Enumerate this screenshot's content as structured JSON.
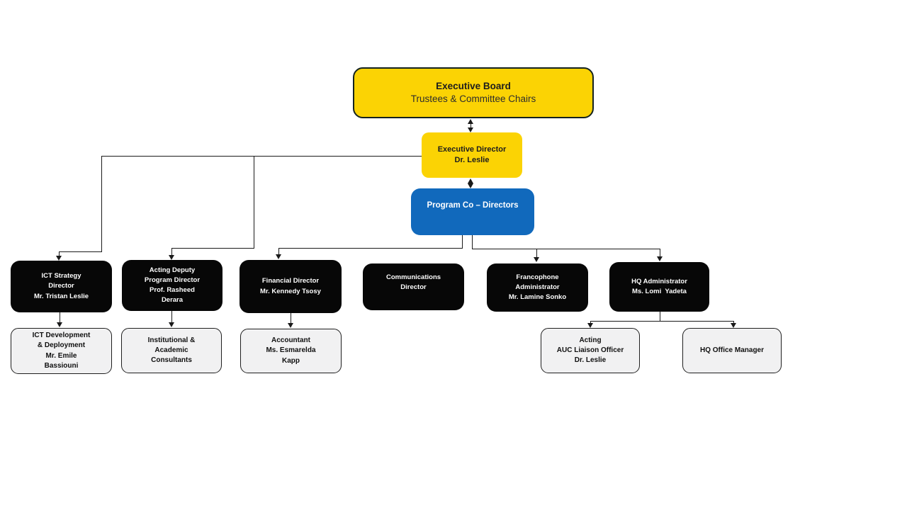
{
  "title": "Organizational chart",
  "colors": {
    "board_fill": "#FBD304",
    "board_border": "#15231f",
    "program_fill": "#1169BC",
    "manager_fill": "#070707",
    "staff_fill": "#F1F1F2",
    "staff_border": "#1f1f1f",
    "dark_text": "#1d1d1d",
    "line": "#1a1a1a"
  },
  "nodes": {
    "executive_board": {
      "title": "Executive Board",
      "subtitle": "Trustees & Committee Chairs"
    },
    "executive_director": {
      "lines": [
        "Executive Director",
        "Dr. Leslie"
      ]
    },
    "program_co_directors": {
      "lines": [
        "Program Co – Directors"
      ]
    },
    "ict_strategy_director": {
      "lines": [
        "ICT Strategy",
        "Director",
        "Mr. Tristan Leslie"
      ]
    },
    "acting_deputy_program_director": {
      "lines": [
        "Acting Deputy",
        "Program Director",
        "Prof. Rasheed",
        "Derara"
      ]
    },
    "financial_director": {
      "lines": [
        "Financial Director",
        "Mr. Kennedy Tsosy"
      ]
    },
    "communications_director": {
      "lines": [
        "Communications",
        "Director"
      ]
    },
    "francophone_administrator": {
      "lines": [
        "Francophone",
        "Administrator",
        "Mr. Lamine Sonko"
      ]
    },
    "hq_administrator": {
      "lines": [
        "HQ Administrator",
        "Ms. Lomi  Yadeta"
      ]
    },
    "ict_development_deployment": {
      "lines": [
        "ICT Development",
        "& Deployment",
        "Mr. Emile",
        "Bassiouni"
      ]
    },
    "institutional_academic_consultants": {
      "lines": [
        "Institutional &",
        "Academic",
        "Consultants"
      ]
    },
    "accountant": {
      "lines": [
        "Accountant",
        "Ms. Esmarelda",
        "Kapp"
      ]
    },
    "acting_auc_liaison_officer": {
      "lines": [
        "Acting",
        "AUC Liaison Officer",
        "Dr. Leslie"
      ]
    },
    "hq_office_manager": {
      "lines": [
        "HQ Office Manager"
      ]
    }
  },
  "edges": [
    "executive_board <-> executive_director",
    "executive_director <-> program_co_directors",
    "executive_director -> ict_strategy_director",
    "executive_director -> acting_deputy_program_director",
    "program_co_directors -> financial_director",
    "program_co_directors -> francophone_administrator",
    "program_co_directors -> hq_administrator",
    "ict_strategy_director -> ict_development_deployment",
    "acting_deputy_program_director -> institutional_academic_consultants",
    "financial_director -> accountant",
    "hq_administrator -> acting_auc_liaison_officer",
    "hq_administrator -> hq_office_manager"
  ]
}
